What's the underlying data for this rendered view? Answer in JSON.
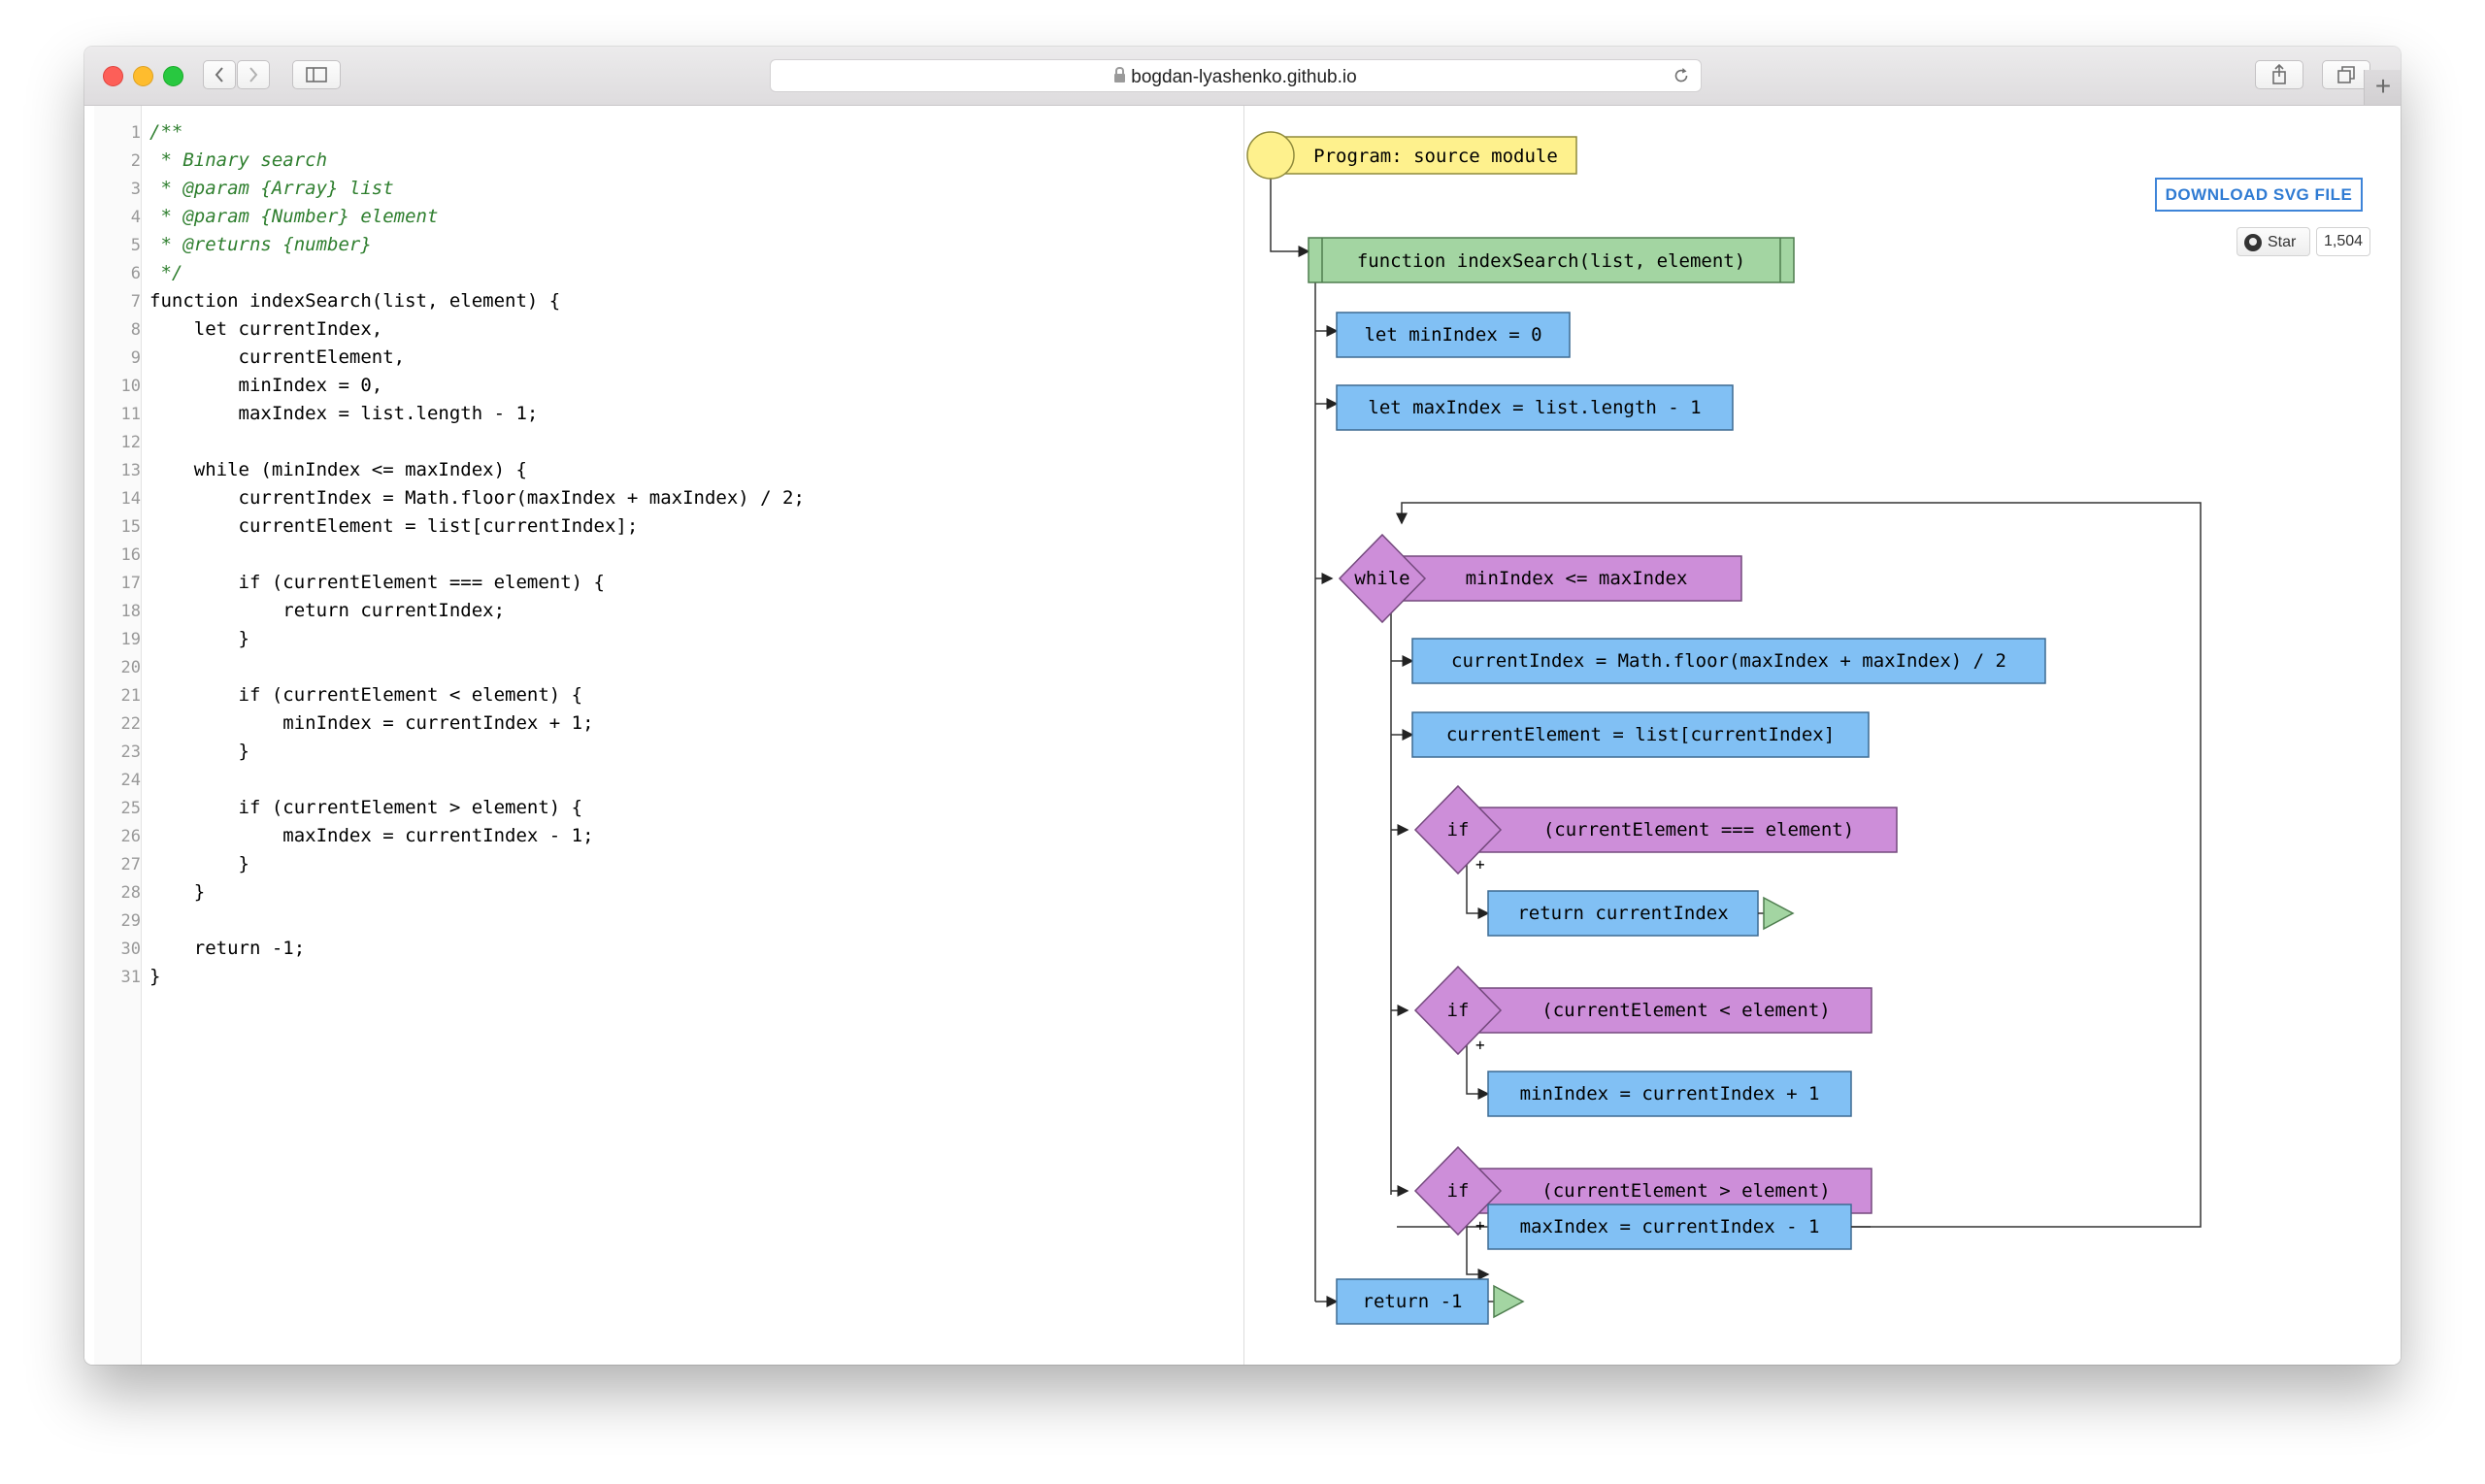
{
  "browser": {
    "url": "bogdan-lyashenko.github.io"
  },
  "editor": {
    "line_numbers": [
      "1",
      "2",
      "3",
      "4",
      "5",
      "6",
      "7",
      "8",
      "9",
      "10",
      "11",
      "12",
      "13",
      "14",
      "15",
      "16",
      "17",
      "18",
      "19",
      "20",
      "21",
      "22",
      "23",
      "24",
      "25",
      "26",
      "27",
      "28",
      "29",
      "30",
      "31"
    ],
    "lines": [
      "/**",
      " * Binary search",
      " * @param {Array} list",
      " * @param {Number} element",
      " * @returns {number}",
      " */",
      "function indexSearch(list, element) {",
      "    let currentIndex,",
      "        currentElement,",
      "        minIndex = 0,",
      "        maxIndex = list.length - 1;",
      "",
      "    while (minIndex <= maxIndex) {",
      "        currentIndex = Math.floor(maxIndex + maxIndex) / 2;",
      "        currentElement = list[currentIndex];",
      "",
      "        if (currentElement === element) {",
      "            return currentIndex;",
      "        }",
      "",
      "        if (currentElement < element) {",
      "            minIndex = currentIndex + 1;",
      "        }",
      "",
      "        if (currentElement > element) {",
      "            maxIndex = currentIndex - 1;",
      "        }",
      "    }",
      "",
      "    return -1;",
      "}"
    ]
  },
  "flowchart": {
    "program_label": "Program: source module",
    "function_label": "function indexSearch(list, element)",
    "let_min": "let minIndex = 0",
    "let_max": "let maxIndex = list.length - 1",
    "while_keyword": "while",
    "while_condition": "minIndex <= maxIndex",
    "assign_index": "currentIndex = Math.floor(maxIndex + maxIndex) / 2",
    "assign_element": "currentElement = list[currentIndex]",
    "if_keyword": "if",
    "if1_condition": "(currentElement === element)",
    "if1_body": "return currentIndex",
    "if2_condition": "(currentElement < element)",
    "if2_body": "minIndex = currentIndex + 1",
    "if3_condition": "(currentElement > element)",
    "if3_body": "maxIndex = currentIndex - 1",
    "plus_sign": "+",
    "return_final": "return -1"
  },
  "toolbar": {
    "download_label": "DOWNLOAD SVG FILE",
    "star_label": "Star",
    "star_count": "1,504"
  },
  "colors": {
    "program": "#fef18d",
    "function": "#a3d5a2",
    "statement": "#81c0f4",
    "condition": "#cd8ed9",
    "accent": "#3e84d8"
  }
}
